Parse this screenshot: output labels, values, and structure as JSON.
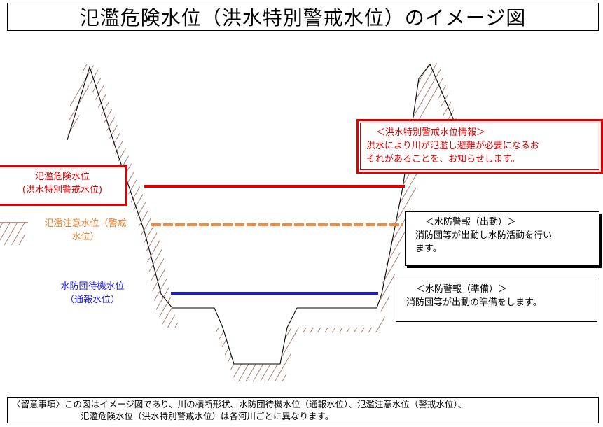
{
  "title": "氾濫危険水位（洪水特別警戒水位）のイメージ図",
  "levels": {
    "danger": {
      "line1": "氾濫危険水位",
      "line2": "(洪水特別警戒水位)",
      "color": "#e00000"
    },
    "caution": {
      "line1": "氾濫注意水位（警戒",
      "line2": "水位）",
      "color": "#e87d2a"
    },
    "standby": {
      "line1": "水防団待機水位",
      "line2": "（通報水位）",
      "color": "#1a1adb"
    }
  },
  "info": {
    "danger": {
      "heading": "＜洪水特別警戒水位情報＞",
      "line1": "洪水により川が氾濫し避難が必要になるお",
      "line2": "それがあることを、お知らせします。"
    },
    "caution": {
      "heading": "＜水防警報（出動）＞",
      "line1": "消防団等が出動し水防活動を行い",
      "line2": "ます。"
    },
    "standby": {
      "heading": "＜水防警報（準備）＞",
      "line1": "消防団等が出動の準備をします。"
    }
  },
  "note": {
    "line1": "〈留意事項〉この図はイメージ図であり、川の横断形状、水防団待機水位（通報水位）、氾濫注意水位（警戒水位）、",
    "line2": "氾濫危険水位（洪水特別警戒水位）は各河川ごとに異なります。"
  }
}
